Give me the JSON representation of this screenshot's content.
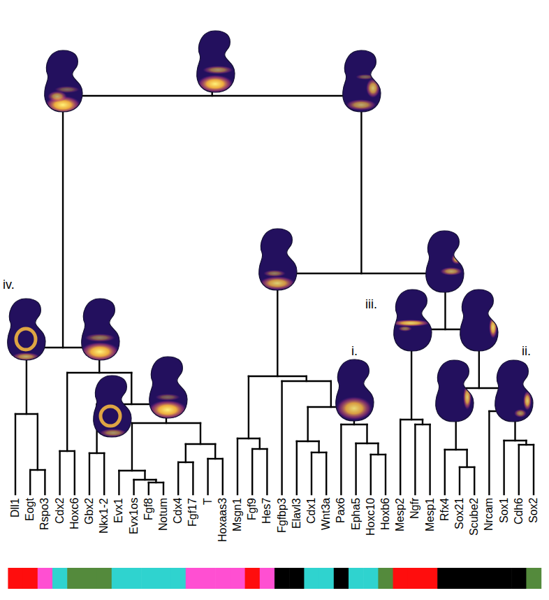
{
  "diagram": {
    "labels": [
      "iv.",
      "iii.",
      "i.",
      "ii.",
      "Dll1",
      "Eogt",
      "Rspo3",
      "Cdx2",
      "Hoxc6",
      "Gbx2",
      "Nkx1-2",
      "Evx1",
      "Evx1os",
      "Fgf8",
      "Notum",
      "Cdx4",
      "Fgf17",
      "T",
      "Hoxaas3",
      "Msgn1",
      "Fgf9",
      "Hes7",
      "Fgfbp3",
      "Elavl3",
      "Cdx1",
      "Wnt3a",
      "Pax6",
      "Epha5",
      "Hoxc10",
      "Hoxb6",
      "Mesp2",
      "Ngfr",
      "Mesp1",
      "Rfx4",
      "Sox21",
      "Scube2",
      "Nrcam",
      "Sox1",
      "Cdh6",
      "Sox2"
    ]
  }
}
